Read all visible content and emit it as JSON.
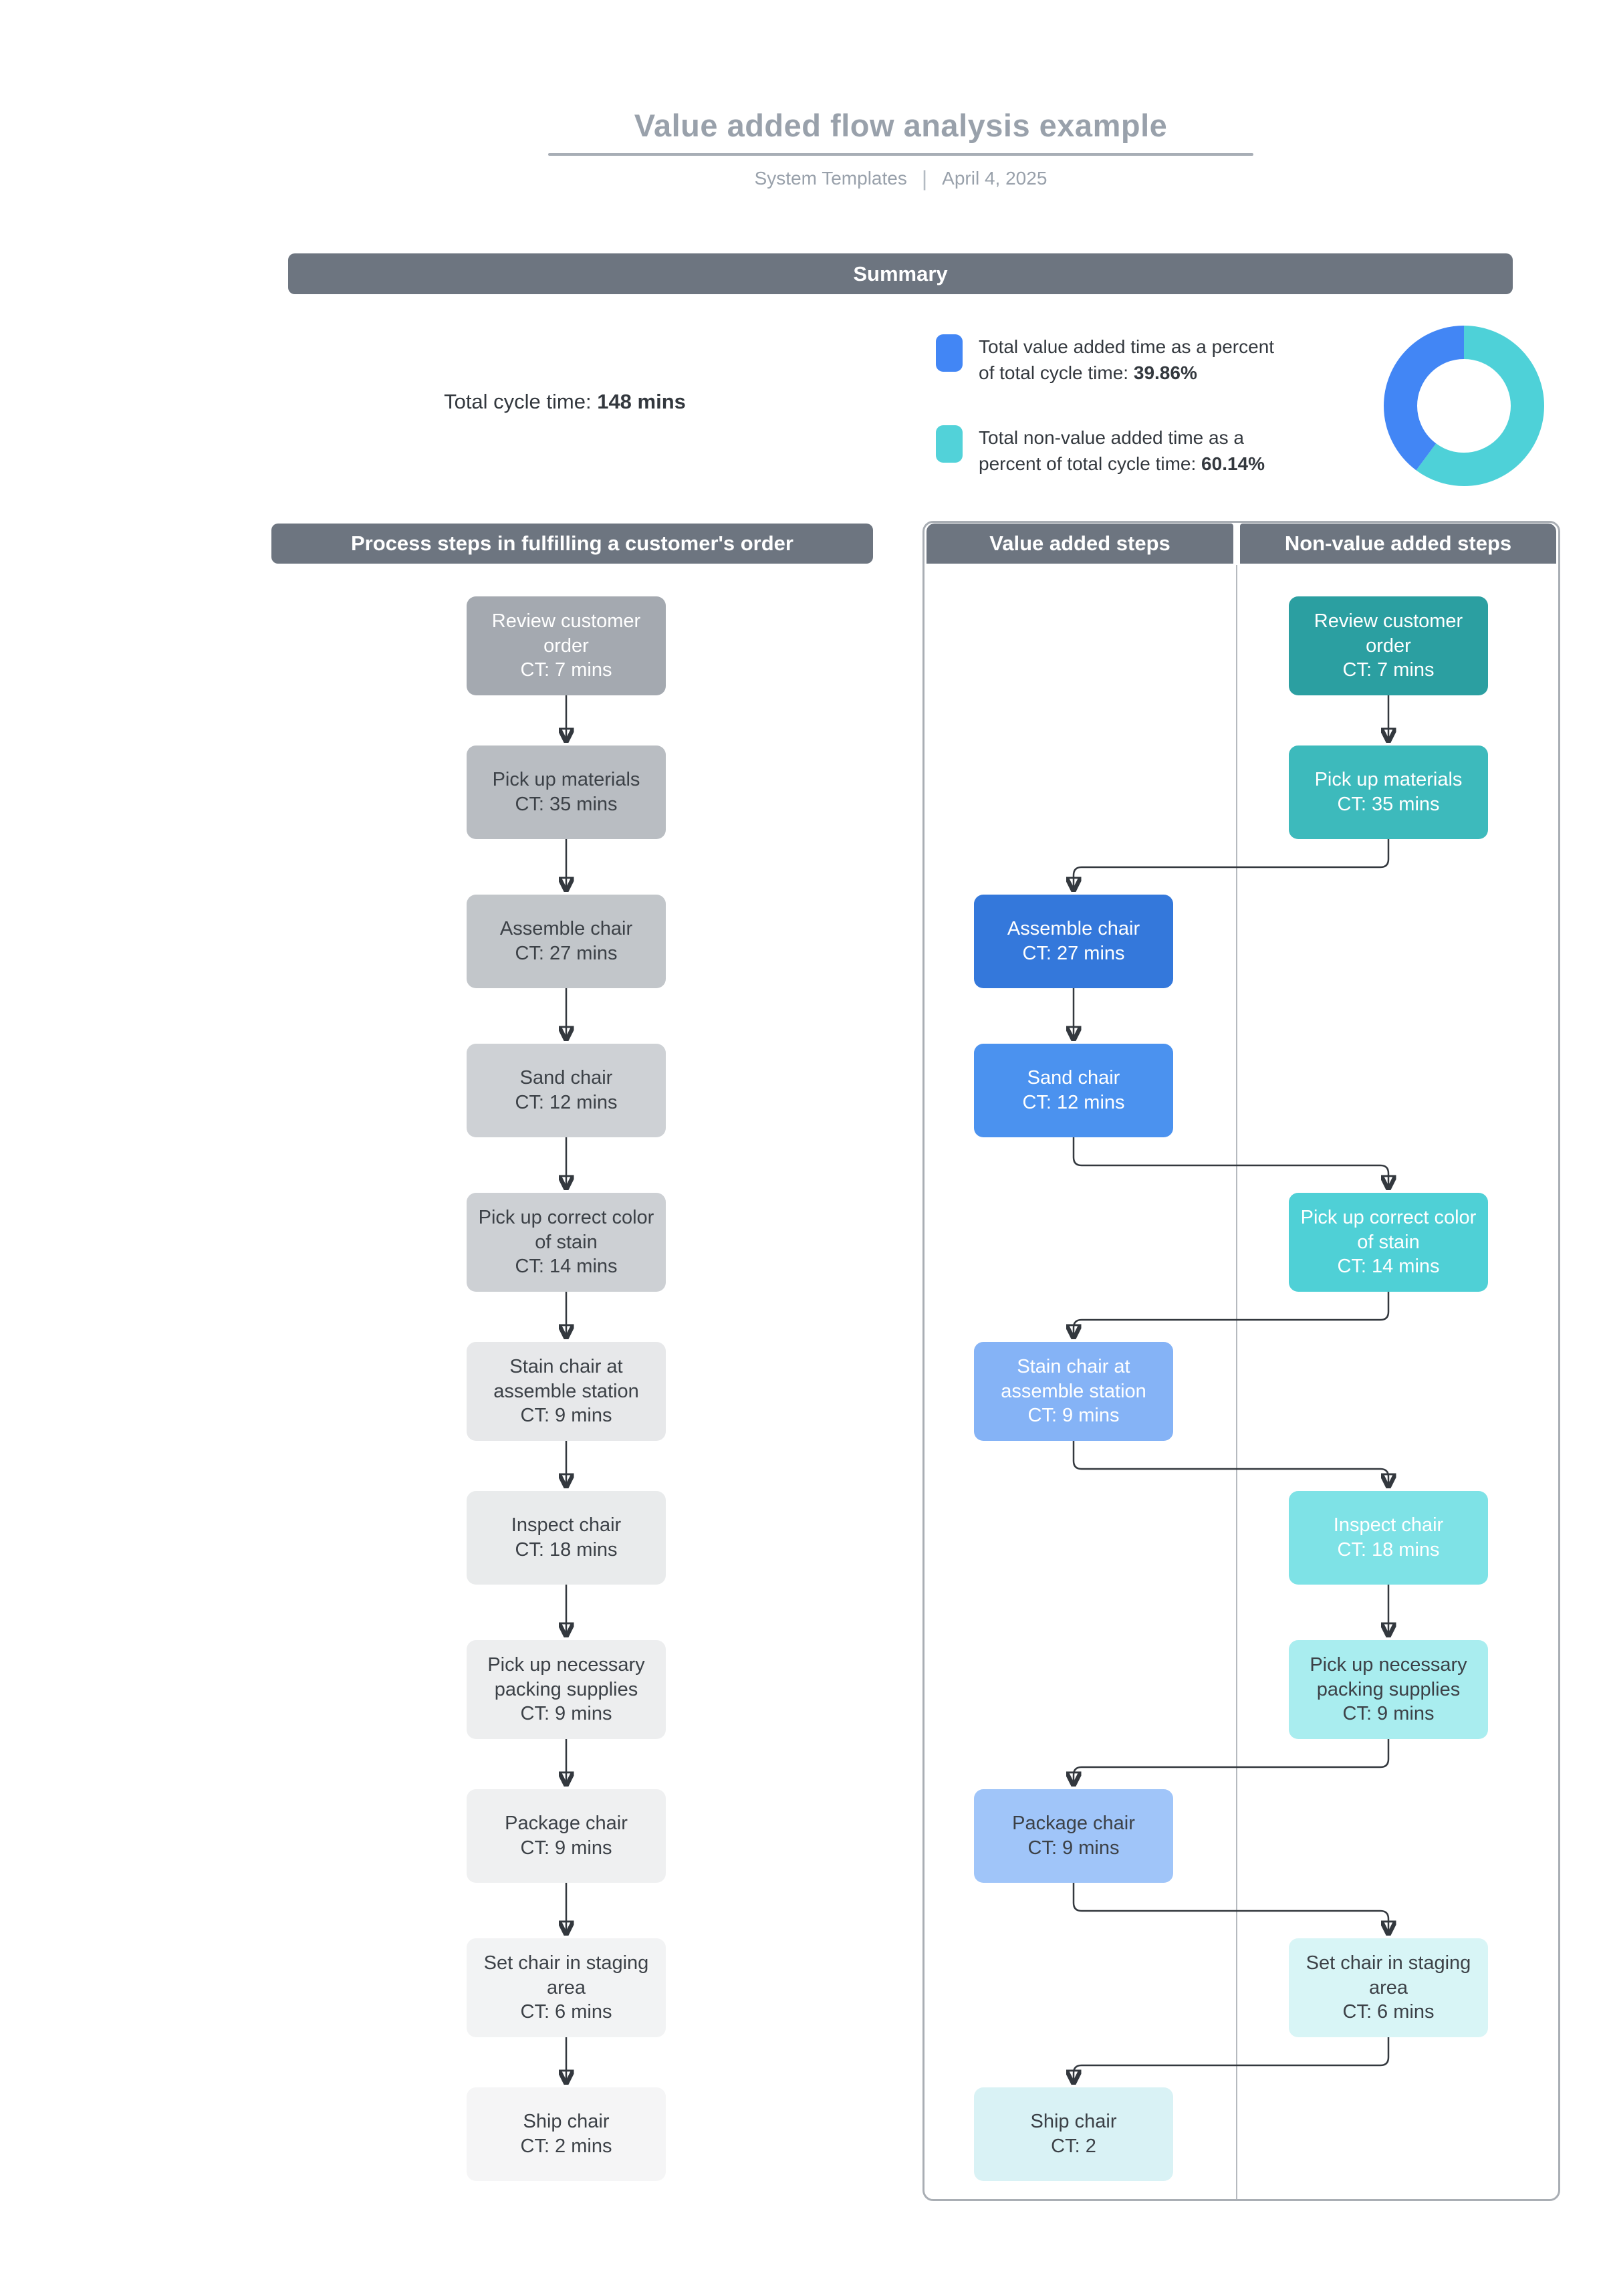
{
  "page": {
    "title": "Value added flow analysis example",
    "byline": "System Templates",
    "separator": "|",
    "date": "April 4, 2025"
  },
  "summary": {
    "header": "Summary",
    "total_cycle_time_label": "Total cycle time: ",
    "total_cycle_time_value": "148 mins",
    "legend": [
      {
        "label": "Total value added time as a percent\nof total cycle time: ",
        "value": "39.86%",
        "color": "#4286f5"
      },
      {
        "label": "Total non-value added time as a\npercent of total cycle time: ",
        "value": "60.14%",
        "color": "#52d2d9"
      }
    ]
  },
  "chart_data": {
    "type": "pie",
    "title": "Share of total cycle time",
    "categories": [
      "Total non-value added time",
      "Total value added time"
    ],
    "values": [
      60.14,
      39.86
    ],
    "colors": [
      "#4ed1d8",
      "#4286f5"
    ],
    "donut": true,
    "start_angle_deg": 0,
    "direction": "clockwise",
    "legend_position": "left"
  },
  "colors": {
    "section_header_gray": "#6d7580",
    "value_accent": "#4286f5",
    "nonvalue_accent": "#52d2d9",
    "arrow": "#33383e"
  },
  "process_flow": {
    "header": "Process steps in fulfilling a customer's order",
    "steps": [
      {
        "label": "Review customer order",
        "ct": "CT: 7 mins",
        "color": "#a4a9b0",
        "text": "light"
      },
      {
        "label": "Pick up materials",
        "ct": "CT: 35 mins",
        "color": "#b9bdc2",
        "text": "dark"
      },
      {
        "label": "Assemble chair",
        "ct": "CT: 27 mins",
        "color": "#c2c6ca",
        "text": "dark"
      },
      {
        "label": "Sand chair",
        "ct": "CT: 12 mins",
        "color": "#ced1d5",
        "text": "dark"
      },
      {
        "label": "Pick up correct color of stain",
        "ct": "CT: 14 mins",
        "color": "#cdd0d4",
        "text": "dark"
      },
      {
        "label": "Stain chair at assemble station",
        "ct": "CT: 9 mins",
        "color": "#e7e8ea",
        "text": "dark"
      },
      {
        "label": "Inspect chair",
        "ct": "CT: 18 mins",
        "color": "#e9ebec",
        "text": "dark"
      },
      {
        "label": "Pick up necessary packing supplies",
        "ct": "CT: 9 mins",
        "color": "#edeeef",
        "text": "dark"
      },
      {
        "label": "Package chair",
        "ct": "CT: 9 mins",
        "color": "#eff0f1",
        "text": "dark"
      },
      {
        "label": "Set chair in staging area",
        "ct": "CT: 6 mins",
        "color": "#f2f3f4",
        "text": "dark"
      },
      {
        "label": "Ship chair",
        "ct": "CT: 2 mins",
        "color": "#f5f5f6",
        "text": "dark"
      }
    ]
  },
  "va_panel": {
    "value_header": "Value added steps",
    "nonvalue_header": "Non-value added steps",
    "value_steps": [
      {
        "label": "Assemble chair",
        "ct": "CT: 27 mins",
        "color": "#3478db",
        "text": "light"
      },
      {
        "label": "Sand chair",
        "ct": "CT: 12 mins",
        "color": "#4b92ef",
        "text": "light"
      },
      {
        "label": "Stain chair at assemble station",
        "ct": "CT: 9 mins",
        "color": "#85b3f6",
        "text": "light"
      },
      {
        "label": "Package chair",
        "ct": "CT: 9 mins",
        "color": "#a0c5f9",
        "text": "dark"
      },
      {
        "label": "Ship chair",
        "ct": "CT: 2",
        "color": "#d9f2f5",
        "text": "dark"
      }
    ],
    "nonvalue_steps": [
      {
        "label": "Review customer order",
        "ct": "CT: 7 mins",
        "color": "#2b9fa1",
        "text": "light"
      },
      {
        "label": "Pick up materials",
        "ct": "CT: 35 mins",
        "color": "#3dbabc",
        "text": "light"
      },
      {
        "label": "Pick up correct color of stain",
        "ct": "CT: 14 mins",
        "color": "#4fd0d6",
        "text": "light"
      },
      {
        "label": "Inspect chair",
        "ct": "CT: 18 mins",
        "color": "#7ee2e6",
        "text": "light"
      },
      {
        "label": "Pick up necessary packing supplies",
        "ct": "CT: 9 mins",
        "color": "#a9edef",
        "text": "dark"
      },
      {
        "label": "Set chair in staging area",
        "ct": "CT: 6 mins",
        "color": "#d8f5f6",
        "text": "dark"
      }
    ]
  }
}
